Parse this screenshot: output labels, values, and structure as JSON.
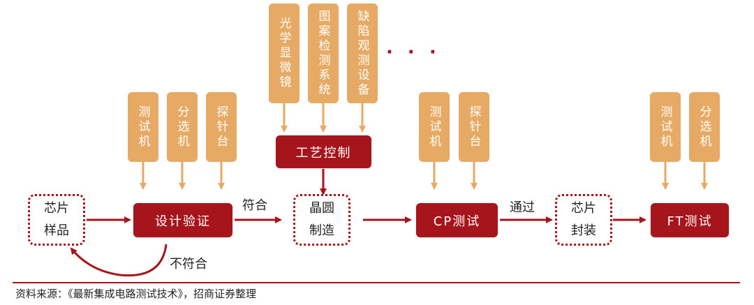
{
  "nodes": {
    "chip_sample": "芯片样品",
    "design_verify": "设计验证",
    "wafer_mfg": "晶圆制造",
    "process_control": "工艺控制",
    "cp_test": "CP测试",
    "chip_package": "芯片封装",
    "ft_test": "FT测试"
  },
  "equipment": {
    "design": [
      "测试机",
      "分选机",
      "探针台"
    ],
    "process": [
      "光学显微镜",
      "图案检测系统",
      "缺陷观测设备"
    ],
    "more": "· · ·",
    "cp": [
      "测试机",
      "探针台"
    ],
    "ft": [
      "测试机",
      "分选机"
    ]
  },
  "labels": {
    "pass_design": "符合",
    "fail_design": "不符合",
    "pass_cp": "通过"
  },
  "colors": {
    "dark_red": "#A6141C",
    "tan": "#E6AA64"
  },
  "source": "资料来源：《最新集成电路测试技术》，招商证券整理"
}
